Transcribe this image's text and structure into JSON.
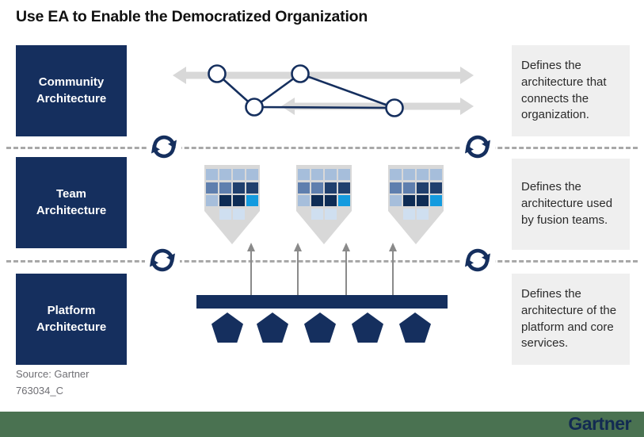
{
  "title": "Use EA to Enable the Democratized Organization",
  "rows": [
    {
      "label": "Community Architecture",
      "description": "Defines the architecture that connects the organization."
    },
    {
      "label": "Team Architecture",
      "description": "Defines the architecture used by fusion teams."
    },
    {
      "label": "Platform Architecture",
      "description": "Defines the architecture of the platform and core services."
    }
  ],
  "team": {
    "shields": 3,
    "palette": {
      "l": "#a6bedb",
      "m": "#5f7fae",
      "d": "#20406e",
      "k": "#0e2c55",
      "b": "#149bdf",
      "p": "#cfdff0"
    },
    "grid": [
      [
        "l",
        "l",
        "l",
        "l"
      ],
      [
        "m",
        "m",
        "d",
        "d"
      ],
      [
        "l",
        "k",
        "k",
        "b"
      ],
      [
        null,
        "p",
        "p",
        null
      ]
    ]
  },
  "colors": {
    "navy": "#152f5e",
    "accent_blue": "#149bdf",
    "shape_gray": "#d8d8d8",
    "desc_box_gray": "#efefef",
    "dash_gray": "#a8a8a8",
    "footer_bar_green": "#4a7251",
    "logo_navy": "#122a52"
  },
  "footer": {
    "source": "Source: Gartner",
    "doc_id": "763034_C"
  },
  "brand": {
    "logo_text": "Gartner"
  }
}
